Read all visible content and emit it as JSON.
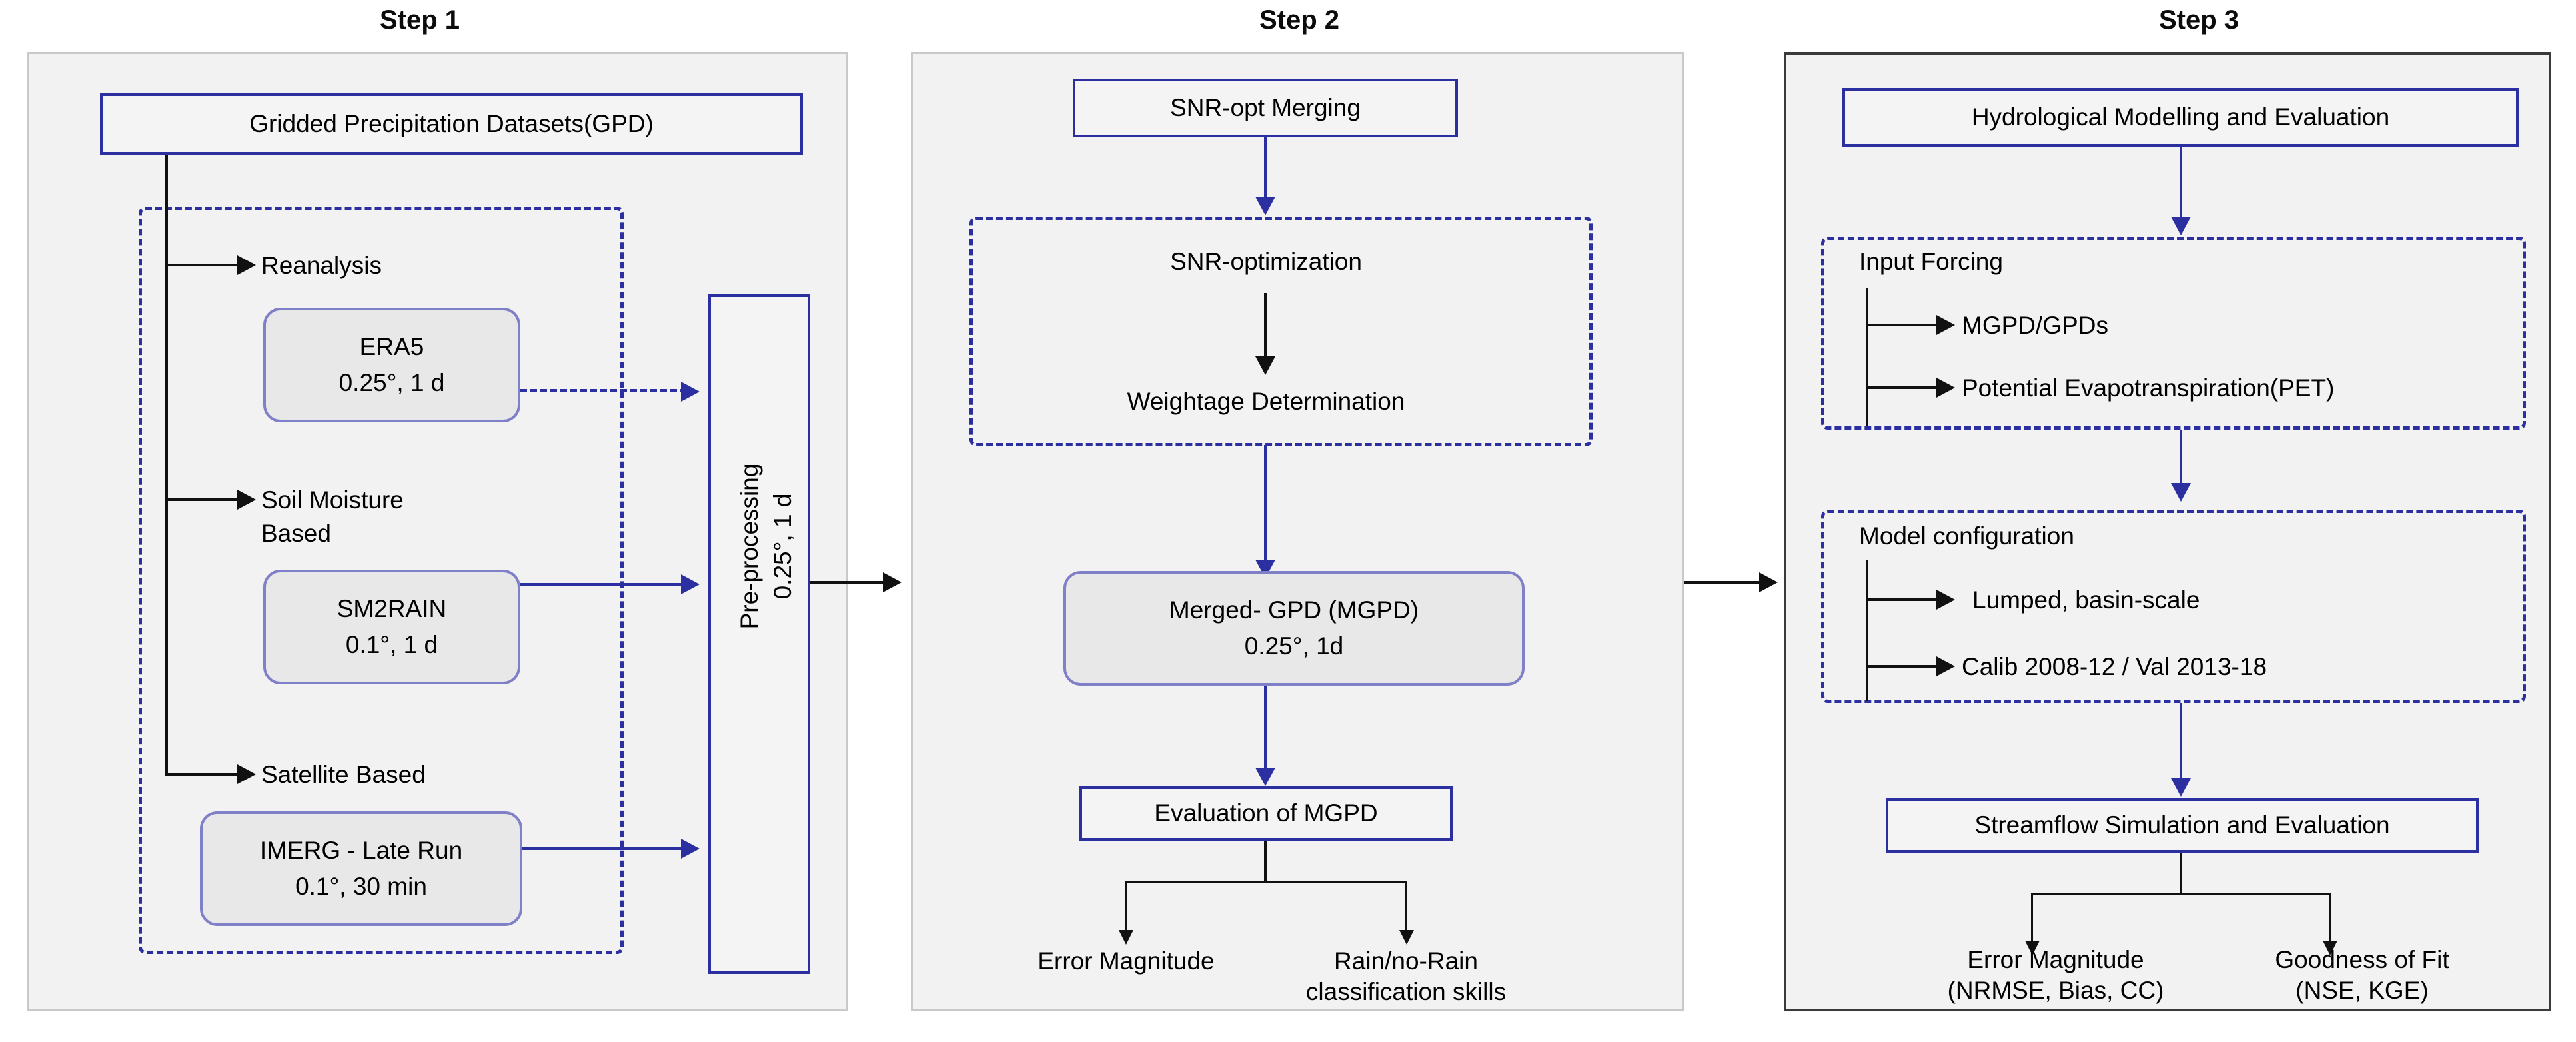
{
  "steps": [
    {
      "title": "Step 1"
    },
    {
      "title": "Step 2"
    },
    {
      "title": "Step 3"
    }
  ],
  "step1": {
    "header": "Gridded Precipitation Datasets(GPD)",
    "categories": [
      {
        "label": "Reanalysis"
      },
      {
        "label": "Soil Moisture"
      },
      {
        "label": "Based"
      },
      {
        "label": "Satellite Based"
      }
    ],
    "datasets": [
      {
        "name": "ERA5",
        "spec": "0.25°, 1 d"
      },
      {
        "name": "SM2RAIN",
        "spec": "0.1°, 1 d"
      },
      {
        "name": "IMERG - Late Run",
        "spec": "0.1°, 30 min"
      }
    ],
    "preprocessing": {
      "line1": "Pre-processing",
      "line2": "0.25°, 1 d"
    }
  },
  "step2": {
    "header": "SNR-opt Merging",
    "group": {
      "item1": "SNR-optimization",
      "item2": "Weightage Determination"
    },
    "merged": {
      "name": "Merged- GPD (MGPD)",
      "spec": "0.25°, 1d"
    },
    "evaluation": "Evaluation of MGPD",
    "outcomes": [
      {
        "line1": "Error Magnitude",
        "line2": ""
      },
      {
        "line1": "Rain/no-Rain",
        "line2": "classification skills"
      }
    ]
  },
  "step3": {
    "header": "Hydrological Modelling and Evaluation",
    "input_forcing": {
      "title": "Input Forcing",
      "items": [
        "MGPD/GPDs",
        "Potential Evapotranspiration(PET)"
      ]
    },
    "model_configuration": {
      "title": "Model configuration",
      "items": [
        "Lumped, basin-scale",
        "Calib 2008-12 / Val 2013-18"
      ]
    },
    "streamflow": "Streamflow Simulation and Evaluation",
    "outcomes": [
      {
        "line1": "Error Magnitude",
        "line2": "(NRMSE, Bias, CC)"
      },
      {
        "line1": "Goodness of Fit",
        "line2": "(NSE, KGE)"
      }
    ]
  },
  "colors": {
    "accent_blue": "#2b2fa0",
    "round_box_border": "#8080c8",
    "round_box_fill": "#e8e8e8",
    "panel_fill": "#f2f2f2",
    "panel_border_light": "#c9c9c9",
    "panel_border_dark": "#3a3a3a",
    "text": "#000000"
  }
}
